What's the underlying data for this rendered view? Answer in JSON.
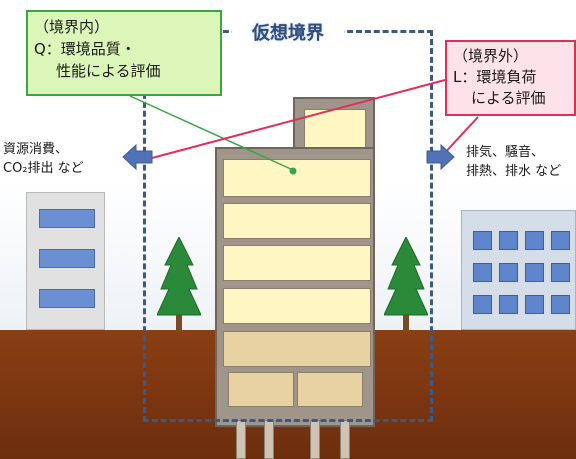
{
  "boundary_title": "仮想境界",
  "inside_callout": {
    "line1": "（境界内）",
    "line2": "Q：環境品質・",
    "line3": "性能による評価"
  },
  "outside_callout": {
    "line1": "（境界外）",
    "line2": "L：環境負荷",
    "line3": "による評価"
  },
  "left_label": {
    "line1": "資源消費、",
    "line2": "CO₂排出 など"
  },
  "right_label": {
    "line1": "排気、騒音、",
    "line2": "排熱、排水 など"
  },
  "colors": {
    "boundary": "#3c5884",
    "inside_callout_fill": "#dcf5b8",
    "inside_callout_border": "#3aa544",
    "outside_callout_fill": "#fde2ea",
    "outside_callout_border": "#e0305a",
    "arrow": "#4f73b6",
    "ground": "#7a3510",
    "tree": "#2a8a3a"
  }
}
